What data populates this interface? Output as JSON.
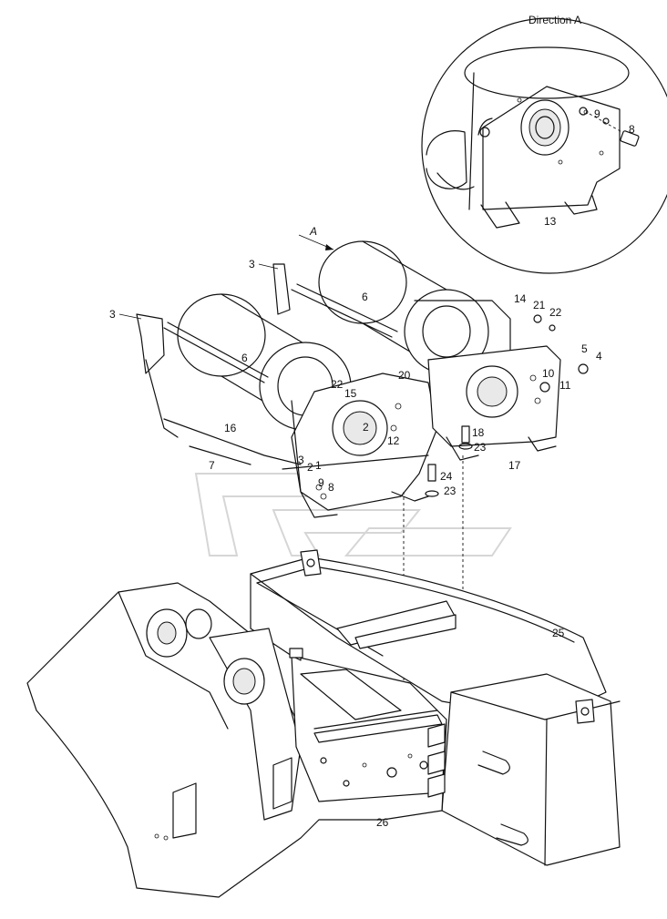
{
  "detail_view_label": "Direction A",
  "view_arrow_label": "A",
  "callouts": [
    "9",
    "8",
    "13",
    "3",
    "3",
    "6",
    "6",
    "14",
    "21",
    "22",
    "5",
    "4",
    "10",
    "11",
    "20",
    "22",
    "15",
    "16",
    "7",
    "2",
    "3",
    "2",
    "1",
    "12",
    "18",
    "23",
    "17",
    "24",
    "23",
    "9",
    "8",
    "25",
    "26"
  ]
}
